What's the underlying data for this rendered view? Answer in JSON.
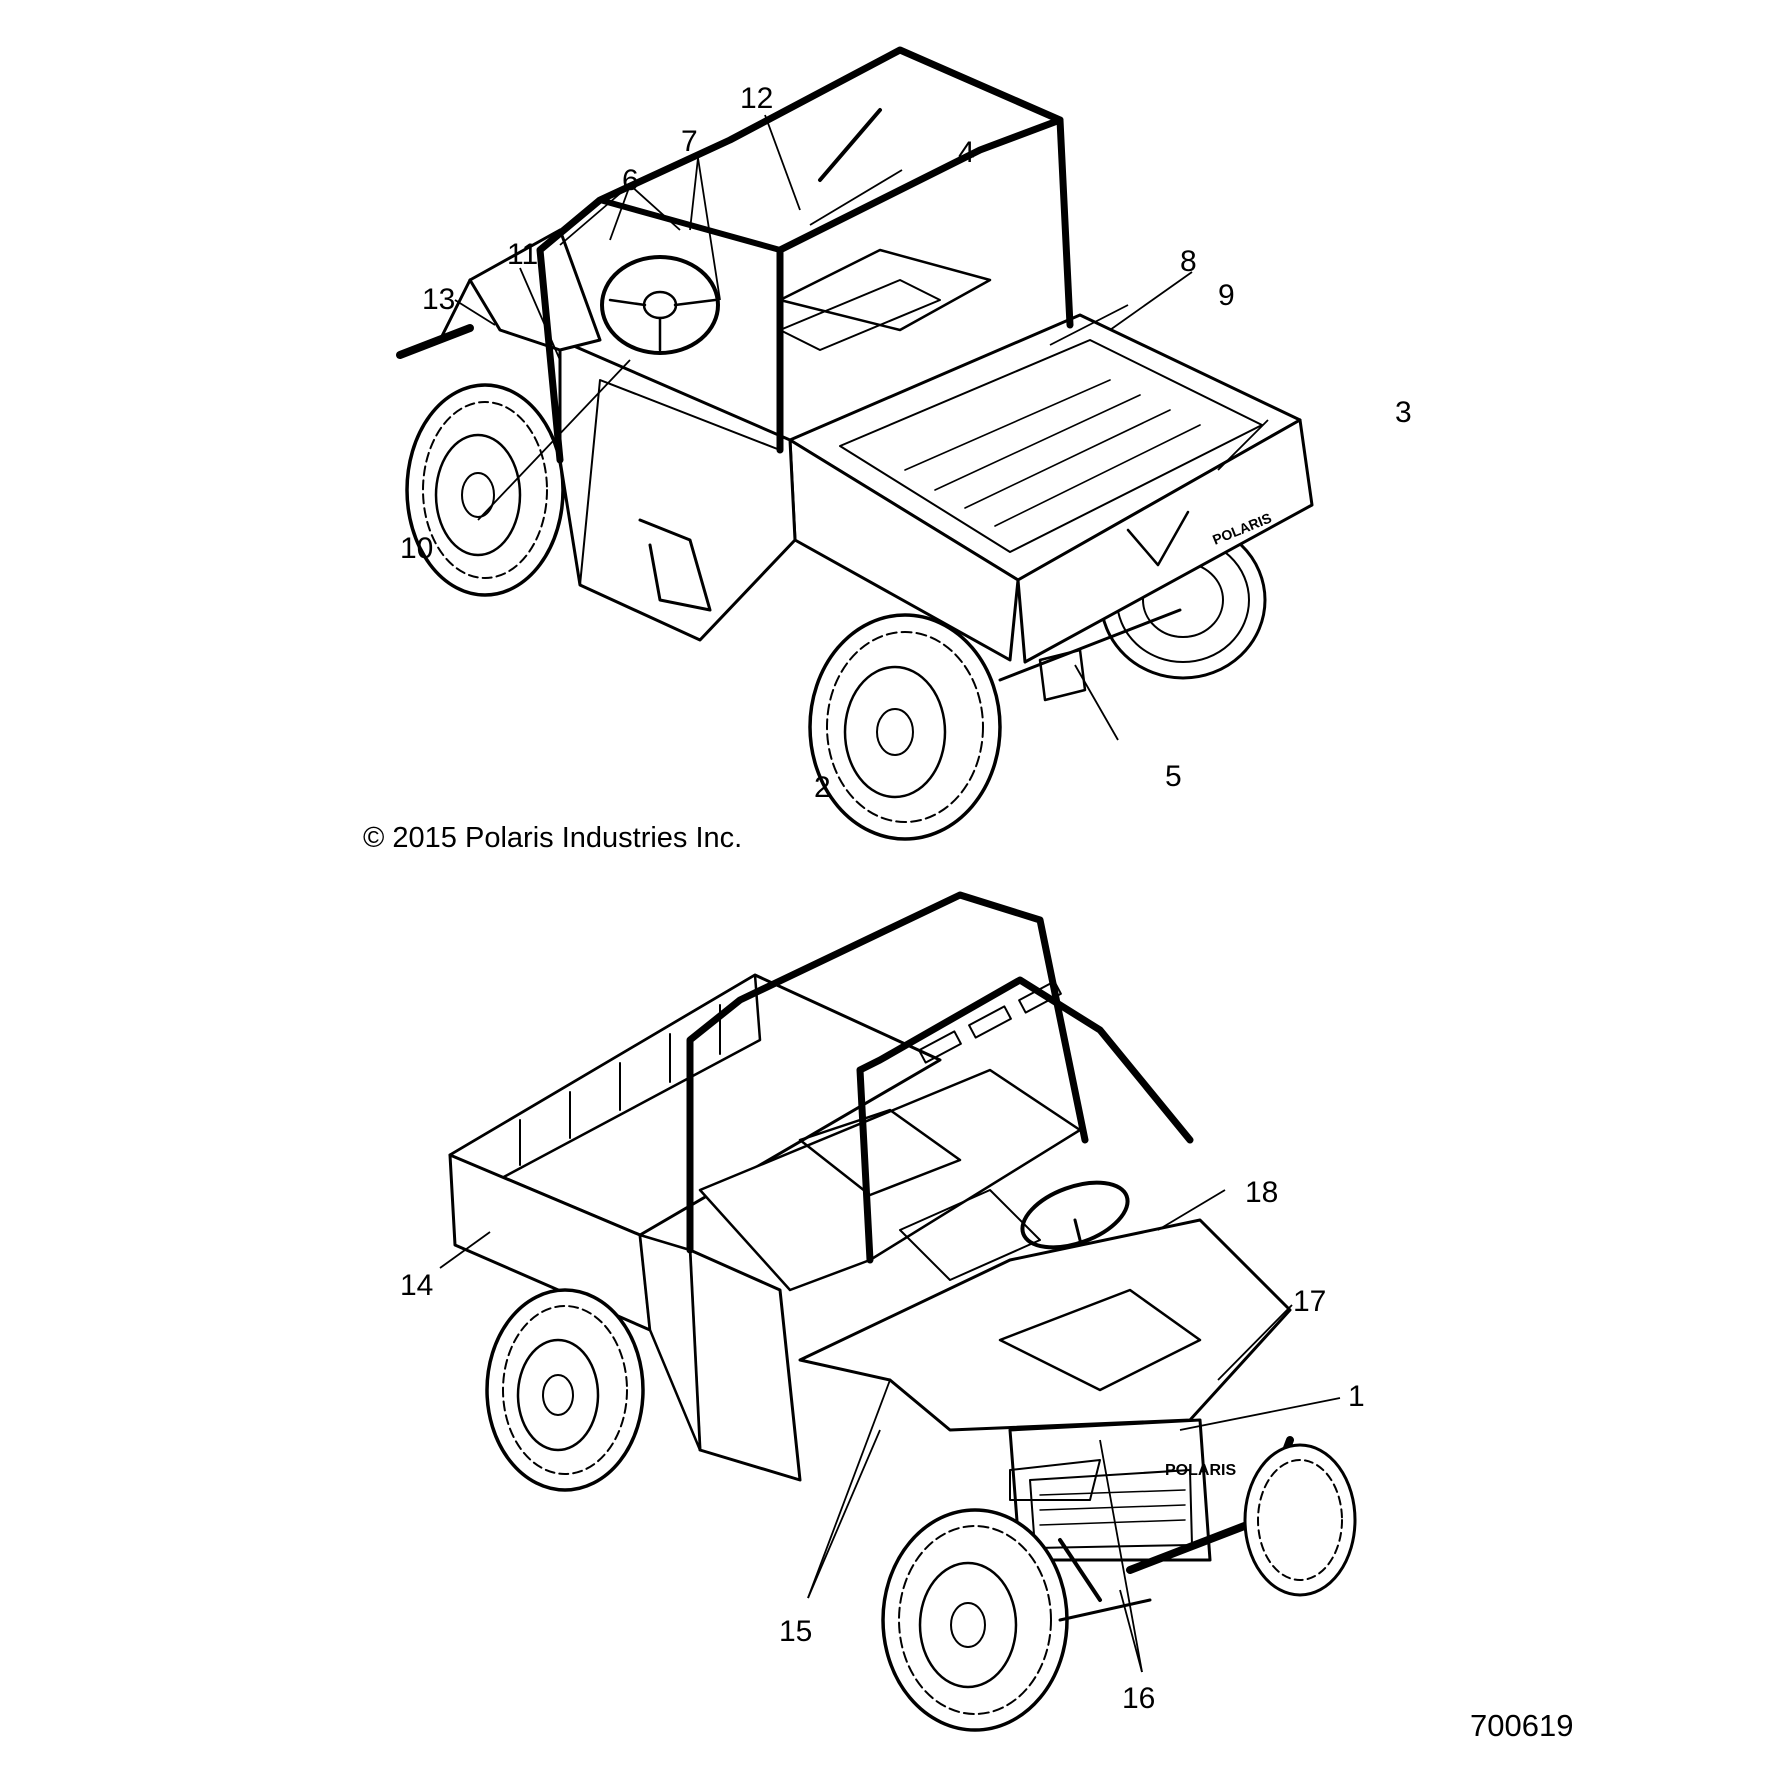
{
  "copyright": "© 2015 Polaris Industries Inc.",
  "figure_number": "700619",
  "brand_marks": [
    "POLARIS",
    "POLARIS"
  ],
  "callouts": [
    {
      "id": "1",
      "label": "1"
    },
    {
      "id": "2",
      "label": "2"
    },
    {
      "id": "3",
      "label": "3"
    },
    {
      "id": "4",
      "label": "4"
    },
    {
      "id": "5",
      "label": "5"
    },
    {
      "id": "6",
      "label": "6"
    },
    {
      "id": "7",
      "label": "7"
    },
    {
      "id": "8",
      "label": "8"
    },
    {
      "id": "9",
      "label": "9"
    },
    {
      "id": "10",
      "label": "10"
    },
    {
      "id": "11",
      "label": "11"
    },
    {
      "id": "12",
      "label": "12"
    },
    {
      "id": "13",
      "label": "13"
    },
    {
      "id": "14",
      "label": "14"
    },
    {
      "id": "15",
      "label": "15"
    },
    {
      "id": "16",
      "label": "16"
    },
    {
      "id": "17",
      "label": "17"
    },
    {
      "id": "18",
      "label": "18"
    }
  ]
}
